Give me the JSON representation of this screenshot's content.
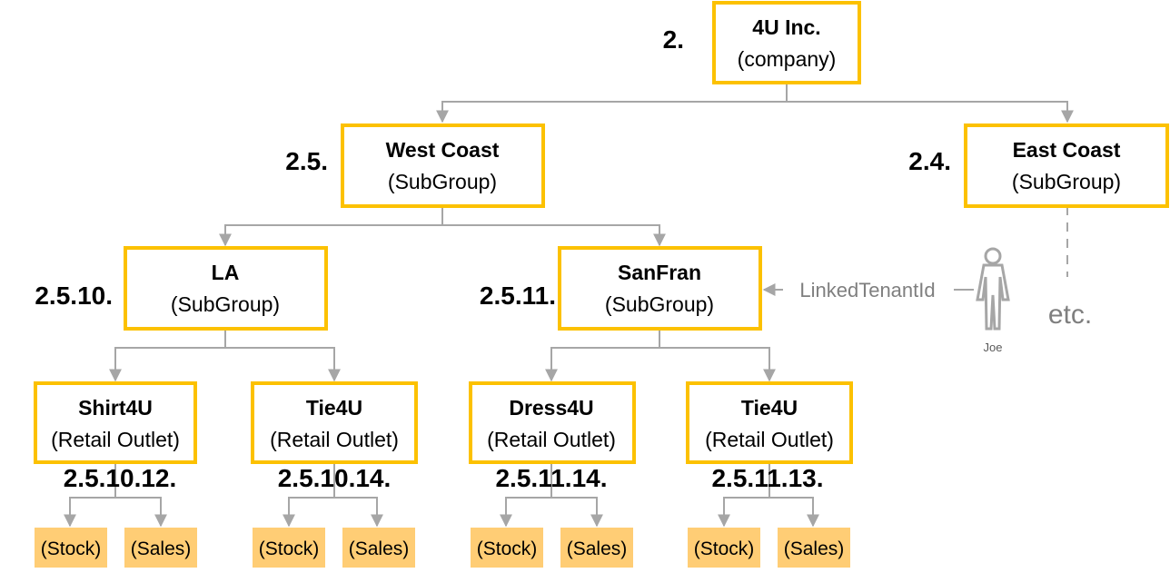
{
  "nodes": {
    "company": {
      "title": "4U Inc.",
      "sub": "(company)",
      "code": "2."
    },
    "west": {
      "title": "West Coast",
      "sub": "(SubGroup)",
      "code": "2.5."
    },
    "east": {
      "title": "East Coast",
      "sub": "(SubGroup)",
      "code": "2.4."
    },
    "la": {
      "title": "LA",
      "sub": "(SubGroup)",
      "code": "2.5.10."
    },
    "sanfran": {
      "title": "SanFran",
      "sub": "(SubGroup)",
      "code": "2.5.11."
    },
    "shirt4u": {
      "title": "Shirt4U",
      "sub": "(Retail Outlet)",
      "code": "2.5.10.12."
    },
    "tie4u_la": {
      "title": "Tie4U",
      "sub": "(Retail Outlet)",
      "code": "2.5.10.14."
    },
    "dress4u": {
      "title": "Dress4U",
      "sub": "(Retail Outlet)",
      "code": "2.5.11.14."
    },
    "tie4u_sf": {
      "title": "Tie4U",
      "sub": "(Retail Outlet)",
      "code": "2.5.11.13."
    }
  },
  "leaves": {
    "stock": "(Stock)",
    "sales": "(Sales)"
  },
  "link_label": "LinkedTenantId",
  "person_name": "Joe",
  "etc_label": "etc.",
  "colors": {
    "box_border": "#fcc100",
    "leaf_fill": "#ffcd75",
    "connector": "#a6a6a6"
  },
  "icons": {
    "person": "person-outline-icon"
  }
}
